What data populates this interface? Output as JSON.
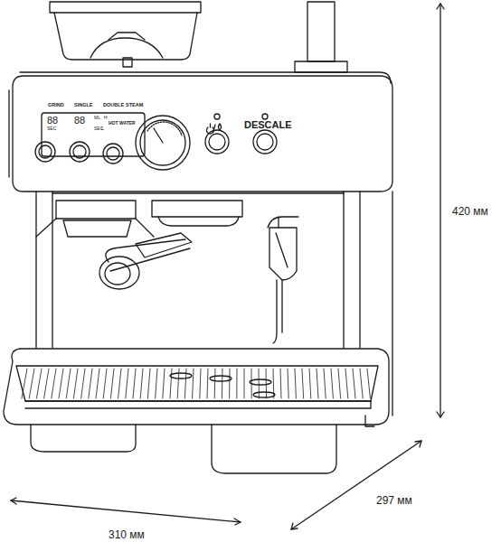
{
  "diagram": {
    "labels": [
      "GRIND",
      "SINGLE",
      "DOUBLE",
      "STEAM",
      "88",
      "SEC",
      "88",
      "ML",
      "H",
      "HOT WATER",
      "SEC",
      "L",
      "DESCALE",
      "420 мм",
      "297 мм",
      "310 мм"
    ]
  }
}
